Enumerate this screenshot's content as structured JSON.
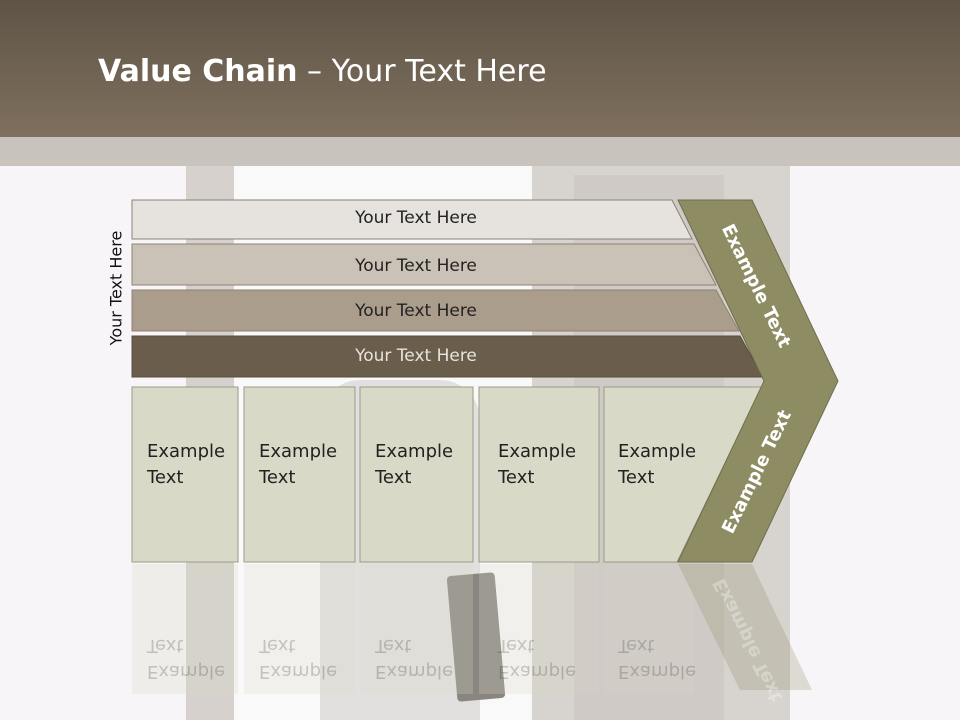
{
  "title": {
    "bold": "Value Chain",
    "rest": " – Your Text Here"
  },
  "side_label": "Your Text Here",
  "rows": [
    {
      "label": "Your Text Here",
      "fill": "#e6e3de"
    },
    {
      "label": "Your Text Here",
      "fill": "#cbc2b7"
    },
    {
      "label": "Your Text Here",
      "fill": "#ab9d8c"
    },
    {
      "label": "Your Text Here",
      "fill": "#6b5d4c"
    }
  ],
  "boxes": [
    {
      "line1": "Example",
      "line2": "Text"
    },
    {
      "line1": "Example",
      "line2": "Text"
    },
    {
      "line1": "Example",
      "line2": "Text"
    },
    {
      "line1": "Example",
      "line2": "Text"
    },
    {
      "line1": "Example",
      "line2": "Text"
    }
  ],
  "arrow": {
    "upper": "Example Text",
    "lower": "Example Text",
    "fill": "#8d8c63"
  },
  "colors": {
    "header": "#6e6252",
    "box_fill": "#d8d9c6",
    "arrow": "#8d8c63"
  }
}
